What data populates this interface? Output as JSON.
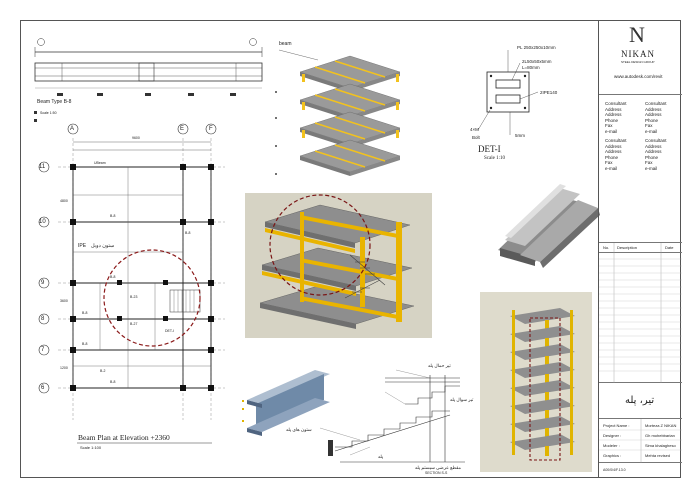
{
  "brand": {
    "letter": "N",
    "name": "NIKAN",
    "tagline": "STEEL DESIGN GROUP",
    "url": "www.autodesk.com/revit"
  },
  "consultants": {
    "left": [
      "Consultant",
      "Address",
      "Address",
      "Phone",
      "Fax",
      "e-mail",
      "Consultant",
      "Address",
      "Address",
      "Phone",
      "Fax",
      "e-mail"
    ],
    "right": [
      "Consultant",
      "Address",
      "Address",
      "Phone",
      "Fax",
      "e-mail",
      "Consultant",
      "Address",
      "Address",
      "Phone",
      "Fax",
      "e-mail"
    ]
  },
  "revisions": {
    "no": "No.",
    "description": "Description",
    "date": "Date"
  },
  "sheet_title_fa": "تیر، پله",
  "project_info": [
    {
      "key": "Project Name :",
      "value": "Morteza Z NIKAN"
    },
    {
      "key": "Designer :",
      "value": "Gh mohebbarian"
    },
    {
      "key": "Modeler :",
      "value": "Sima khalagheso"
    },
    {
      "key": "Graphics :",
      "value": "Mehta revised"
    }
  ],
  "sheet_code": "A00/0/4/F.13.0",
  "plan": {
    "section_caption": "Beam Type B-8",
    "section_scale": "Scale 1:50",
    "columns": [
      "A",
      "E",
      "F"
    ],
    "rows": [
      "11",
      "10",
      "9",
      "8",
      "7",
      "6"
    ],
    "dim_top": "9600",
    "title": "Beam Plan at Elevation +2360",
    "scale": "Scale 1:100",
    "beam_labels": [
      "B-8",
      "B-8",
      "B-8",
      "B-8",
      "B-8",
      "B-8"
    ],
    "label_column": "UBeam",
    "annotation_ipe": "IPE",
    "annotation_fa": "ستون دوبل",
    "beam_b23": "B-23",
    "beam_b27": "B-27",
    "beam_b2": "B-2",
    "detail_ref": "DET-I",
    "dim_4800": "4800",
    "dim_3600": "3600",
    "dim_1200": "1200"
  },
  "isometric": {
    "label": "beam"
  },
  "detail": {
    "plate": "PL 250x250x10mm",
    "angle": "2L50x50x5mm",
    "angle_len": "L=80mm",
    "ipe": "2IPE140",
    "bolt": "4×M",
    "bolt2": "Bolt",
    "gap": "5mm",
    "title": "DET-I",
    "scale": "Scale 1:10"
  },
  "stair": {
    "label1": "تیر حمال پله",
    "label2": "تیر سوال پله",
    "label3": "ستون های پله",
    "label4": "پله",
    "caption": "مقطع عرضی سیستم پله",
    "sub": "SECTION S-S"
  }
}
